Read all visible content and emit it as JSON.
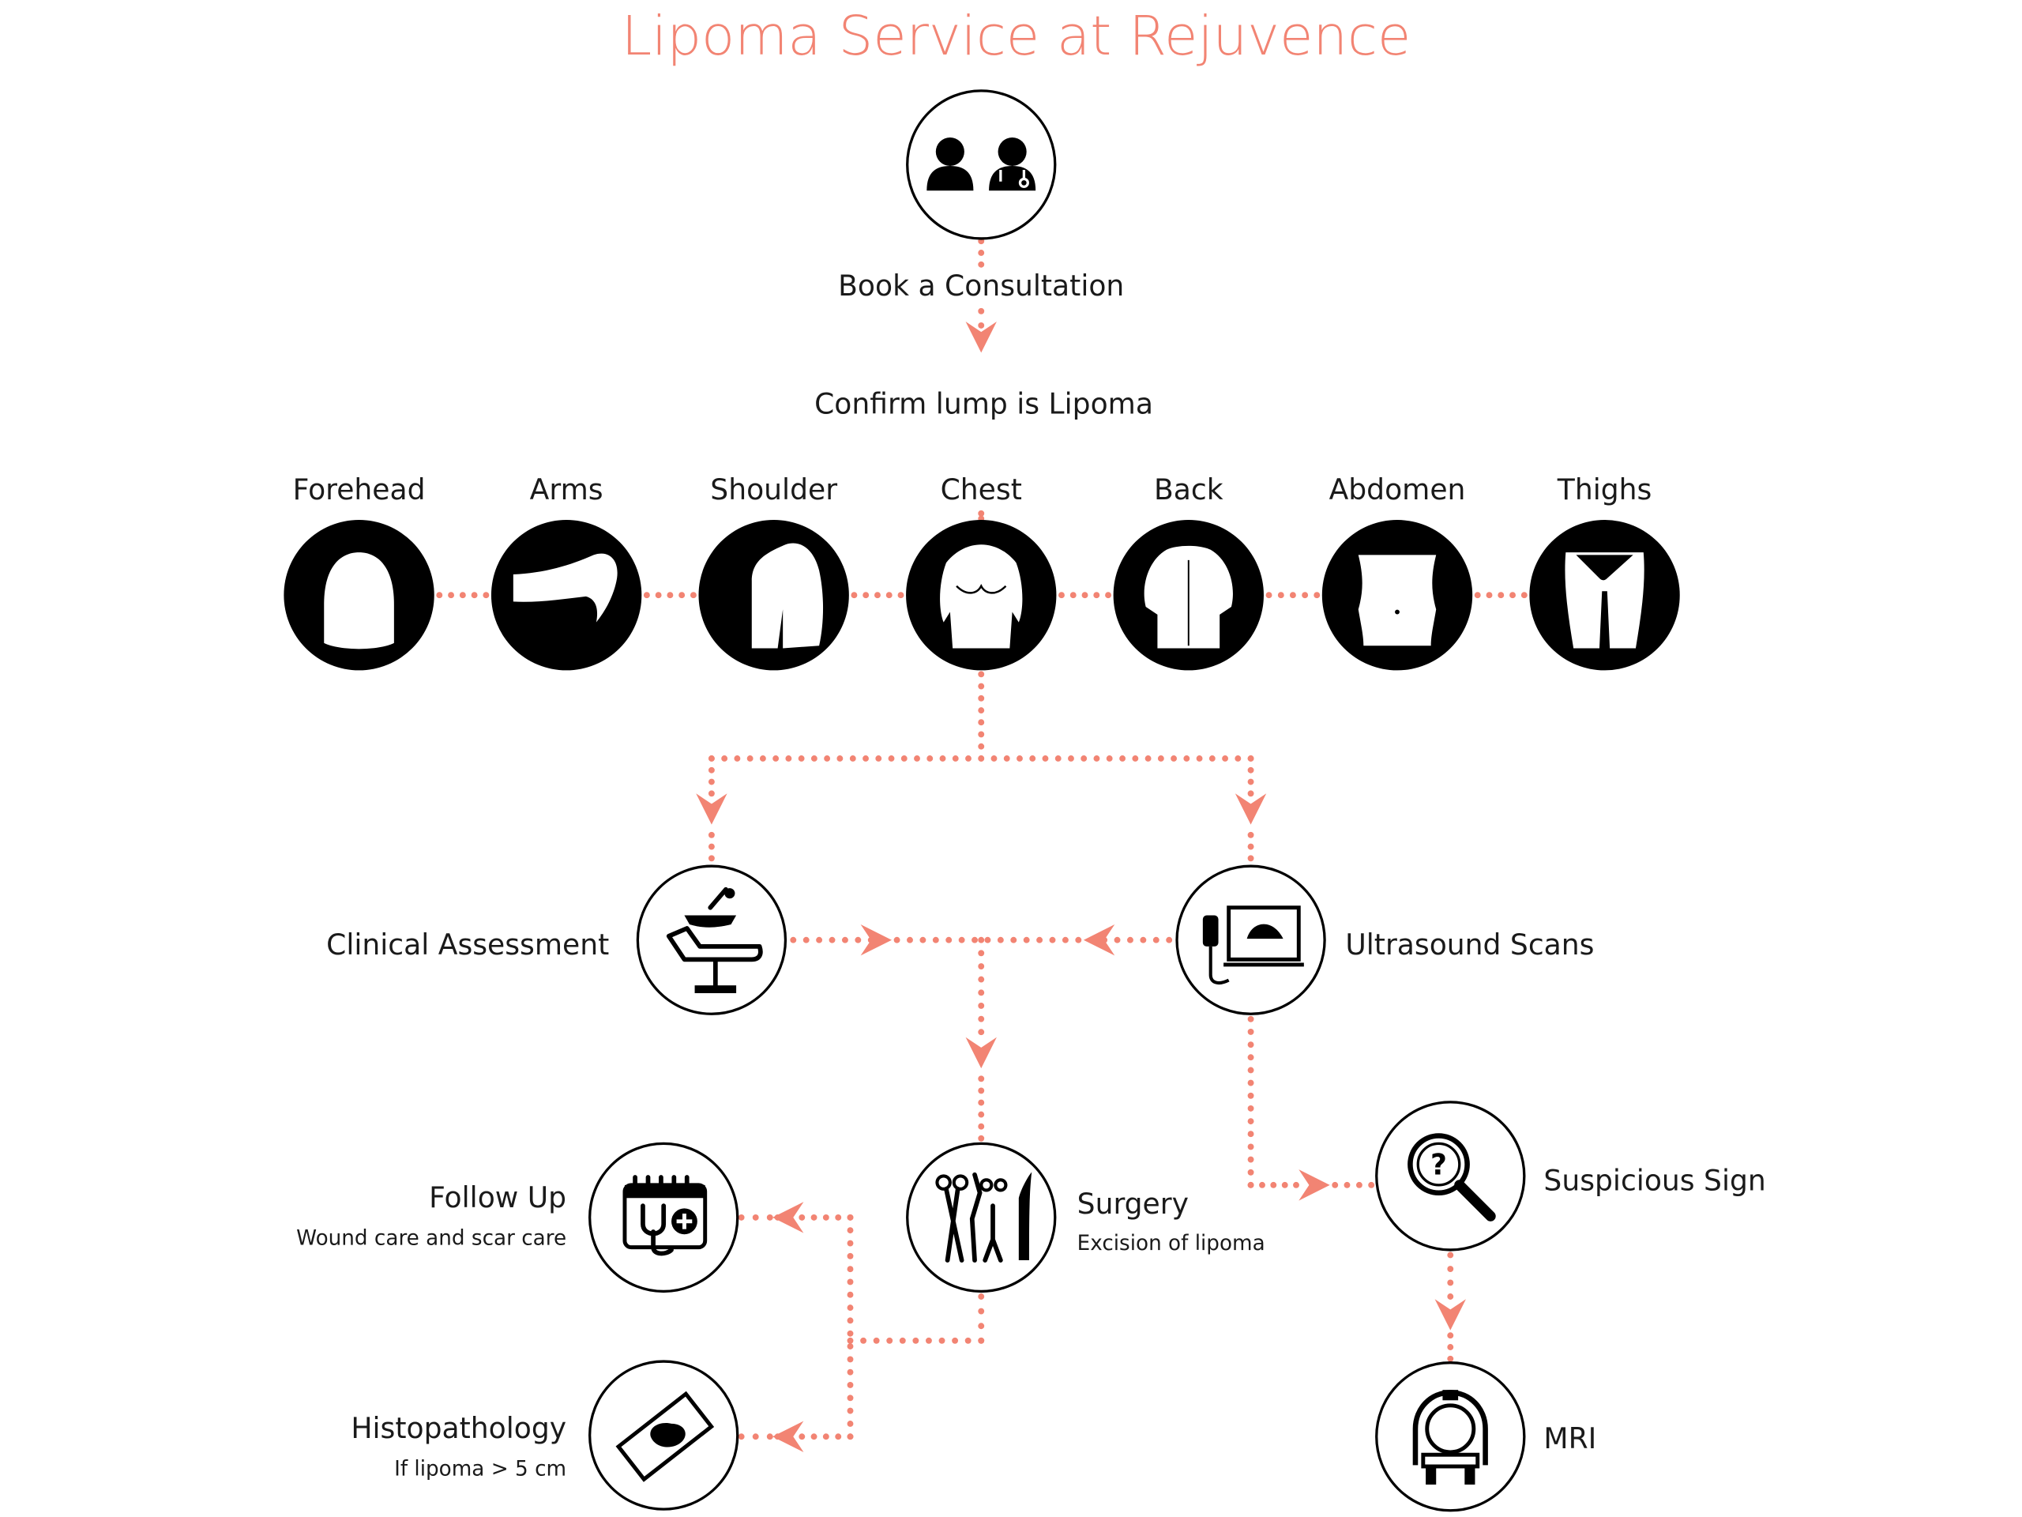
{
  "title": "Lipoma Service at Rejuvence",
  "colors": {
    "accent": "#f28473",
    "ink": "#000000",
    "background": "#ffffff"
  },
  "steps": {
    "consultation": {
      "label": "Book a Consultation",
      "icon": "patient-doctor-icon"
    },
    "confirm": {
      "label": "Confirm lump is Lipoma"
    },
    "clinical": {
      "label": "Clinical Assessment",
      "icon": "exam-chair-icon"
    },
    "ultrasound": {
      "label": "Ultrasound Scans",
      "icon": "ultrasound-machine-icon"
    },
    "surgery": {
      "label": "Surgery",
      "sublabel": "Excision of lipoma",
      "icon": "surgical-instruments-icon"
    },
    "followup": {
      "label": "Follow Up",
      "sublabel": "Wound care and scar care",
      "icon": "calendar-stethoscope-icon"
    },
    "histopathology": {
      "label": "Histopathology",
      "sublabel": "If lipoma > 5 cm",
      "icon": "microscope-slide-icon"
    },
    "suspicious": {
      "label": "Suspicious Sign",
      "icon": "magnifier-question-icon"
    },
    "mri": {
      "label": "MRI",
      "icon": "mri-scanner-icon"
    }
  },
  "body_areas": [
    {
      "label": "Forehead",
      "icon": "forehead-icon"
    },
    {
      "label": "Arms",
      "icon": "arm-icon"
    },
    {
      "label": "Shoulder",
      "icon": "shoulder-icon"
    },
    {
      "label": "Chest",
      "icon": "chest-icon"
    },
    {
      "label": "Back",
      "icon": "back-icon"
    },
    {
      "label": "Abdomen",
      "icon": "abdomen-icon"
    },
    {
      "label": "Thighs",
      "icon": "thighs-icon"
    }
  ]
}
